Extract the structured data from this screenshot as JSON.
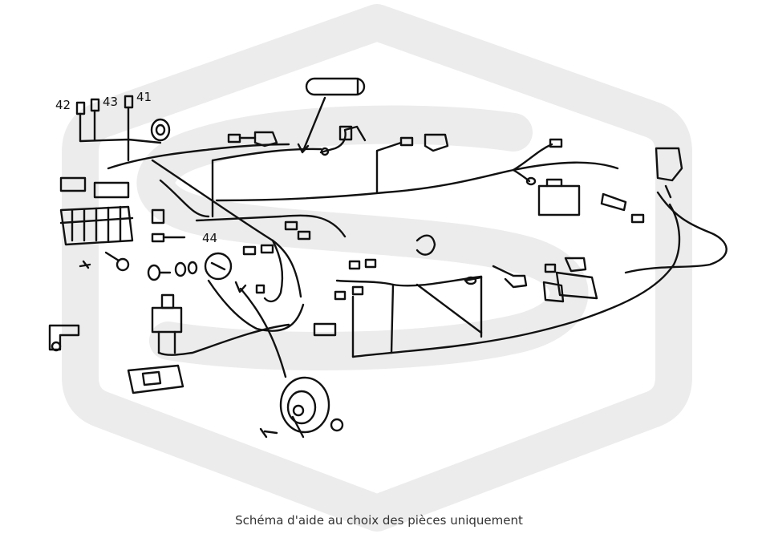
{
  "callouts": {
    "part_42": "42",
    "part_43": "43",
    "part_41": "41",
    "part_44": "44"
  },
  "caption": "Schéma d'aide au choix des pièces uniquement",
  "watermark": {
    "kind": "logo",
    "color": "#ececec"
  },
  "colors": {
    "line_art": "#111111",
    "background": "#ffffff",
    "caption_text": "#333333"
  }
}
